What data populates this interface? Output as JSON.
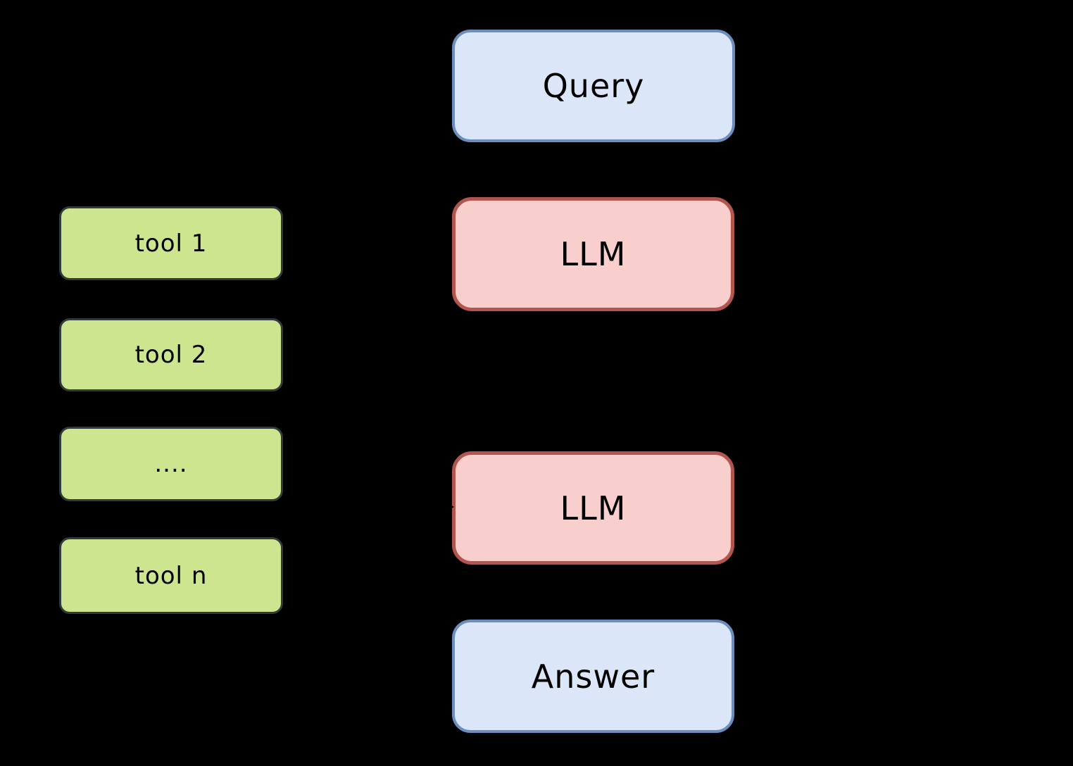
{
  "diagram": {
    "type": "flowchart",
    "background": "#000000",
    "nodes": {
      "query": {
        "label": "Query",
        "kind": "blue"
      },
      "llm_top": {
        "label": "LLM",
        "kind": "red"
      },
      "llm_bottom": {
        "label": "LLM",
        "kind": "red"
      },
      "answer": {
        "label": "Answer",
        "kind": "blue"
      },
      "tool1": {
        "label": "tool 1",
        "kind": "green"
      },
      "tool2": {
        "label": "tool 2",
        "kind": "green"
      },
      "tool_ellipsis": {
        "label": "....",
        "kind": "green"
      },
      "tool_n": {
        "label": "tool n",
        "kind": "green"
      }
    },
    "colors": {
      "blue_fill": "#dbe7f8",
      "blue_border": "#6c8ebf",
      "red_fill": "#f8cfcc",
      "red_border": "#b2554f",
      "green_fill": "#cde58f",
      "green_border": "#333a3d",
      "text": "#000000"
    }
  }
}
